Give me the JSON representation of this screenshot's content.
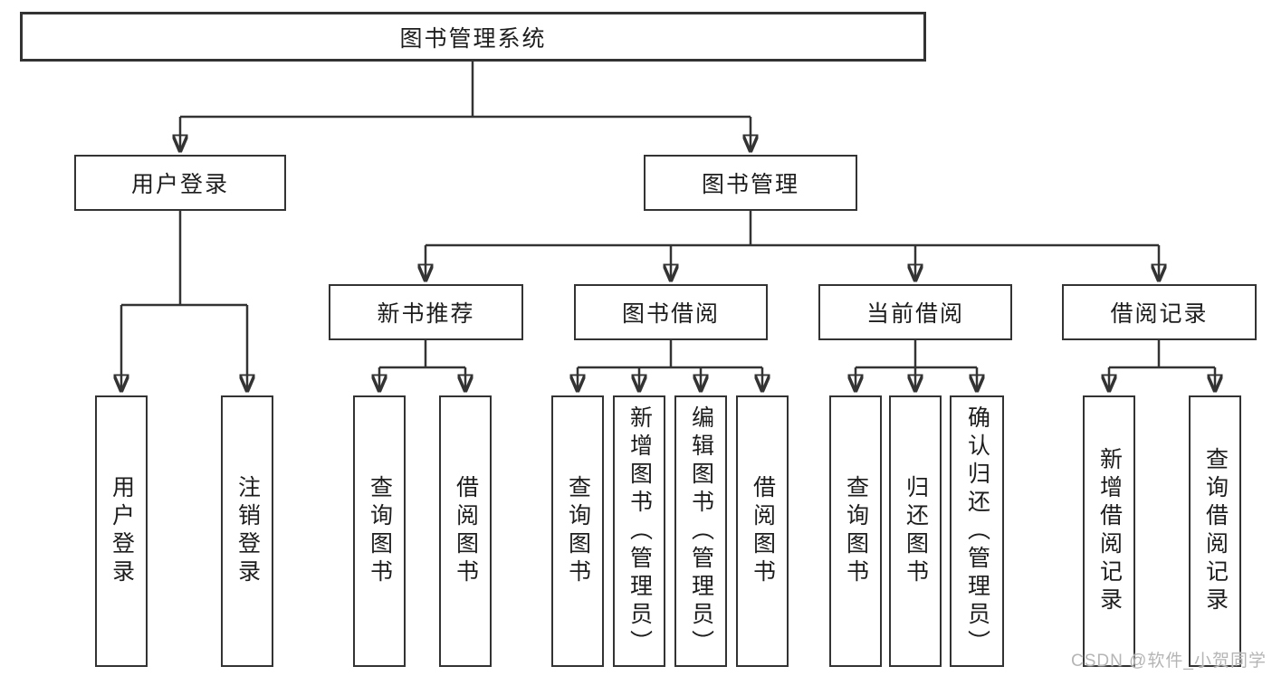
{
  "diagram": {
    "root": {
      "label": "图书管理系统"
    },
    "level2": [
      {
        "label": "用户登录"
      },
      {
        "label": "图书管理"
      }
    ],
    "level3": [
      {
        "label": "新书推荐"
      },
      {
        "label": "图书借阅"
      },
      {
        "label": "当前借阅"
      },
      {
        "label": "借阅记录"
      }
    ],
    "leaves": {
      "user_login": [
        "用户登录",
        "注销登录"
      ],
      "new_book": [
        "查询图书",
        "借阅图书"
      ],
      "book_borrow": [
        "查询图书",
        "新增图书（管理员）",
        "编辑图书（管理员）",
        "借阅图书"
      ],
      "current_borrow": [
        "查询图书",
        "归还图书",
        "确认归还（管理员）"
      ],
      "borrow_record": [
        "新增借阅记录",
        "查询借阅记录"
      ]
    }
  },
  "colors": {
    "line": "#333333",
    "box_border": "#333333",
    "text": "#1d1d1d",
    "background": "#ffffff",
    "watermark": "#b5b5b5"
  },
  "watermark": {
    "text": "CSDN @软件_小贺同学"
  }
}
